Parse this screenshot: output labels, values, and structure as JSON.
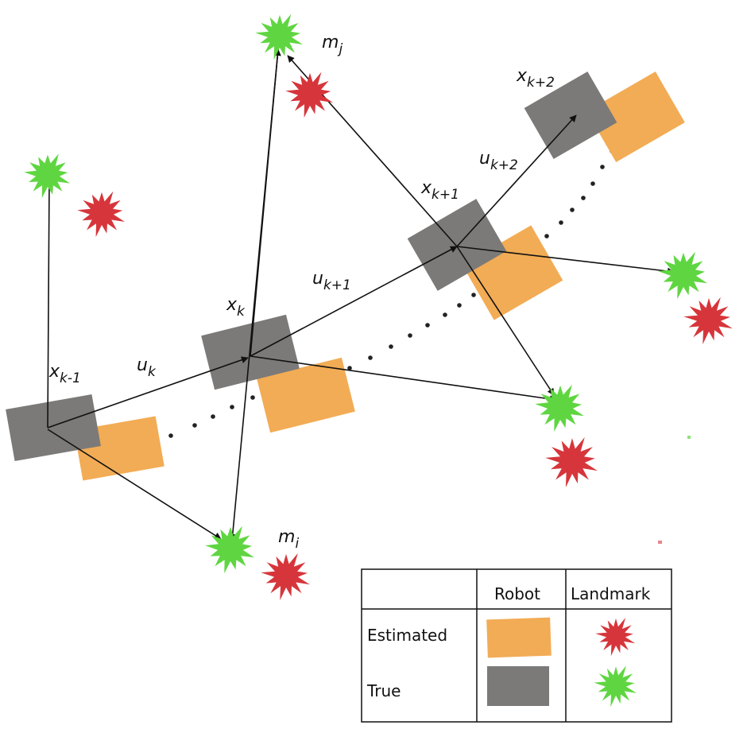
{
  "colors": {
    "true_robot": "#7b7a78",
    "estimated_robot": "#f2ac55",
    "true_landmark": "#5fd641",
    "estimated_landmark": "#d6363b",
    "arrow": "#111111",
    "path_dot": "#222222"
  },
  "labels": {
    "x_prev": {
      "base": "x",
      "sub": "k-1"
    },
    "x_k": {
      "base": "x",
      "sub": "k"
    },
    "x_next": {
      "base": "x",
      "sub": "k+1"
    },
    "x_next2": {
      "base": "x",
      "sub": "k+2"
    },
    "u_k": {
      "base": "u",
      "sub": "k"
    },
    "u_next": {
      "base": "u",
      "sub": "k+1"
    },
    "u_next2": {
      "base": "u",
      "sub": "k+2"
    },
    "m_i": {
      "base": "m",
      "sub": "i"
    },
    "m_j": {
      "base": "m",
      "sub": "j"
    }
  },
  "legend": {
    "header_robot": "Robot",
    "header_landmark": "Landmark",
    "row_estimated": "Estimated",
    "row_true": "True"
  }
}
